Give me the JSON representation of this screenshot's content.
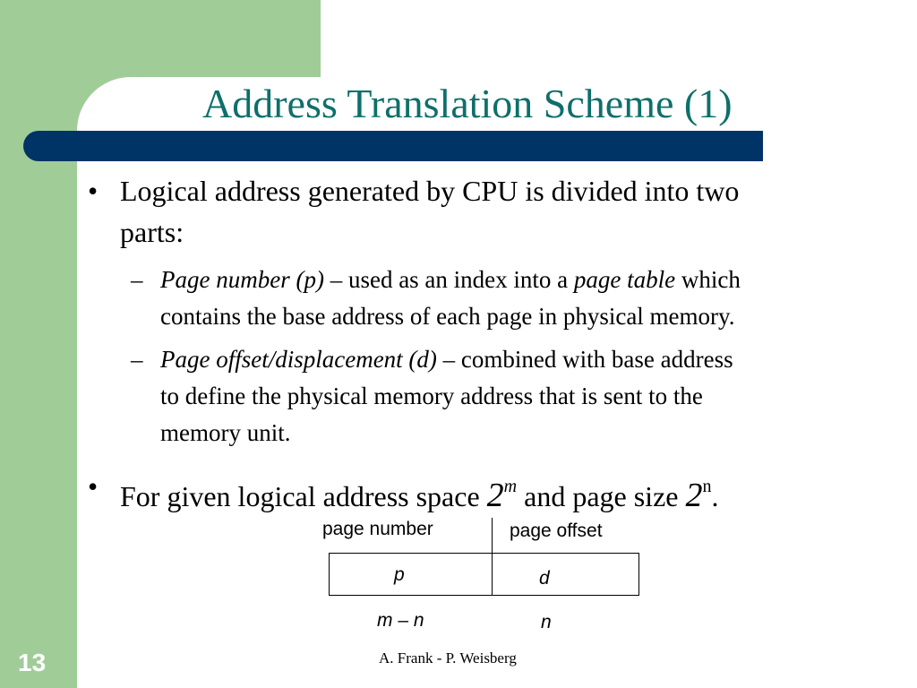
{
  "slide": {
    "title": "Address Translation Scheme (1)",
    "number": "13",
    "footer": "A. Frank - P. Weisberg"
  },
  "bullets": {
    "mark": "•",
    "b1_line1": "Logical address generated by CPU is divided into two",
    "b1_line2": "parts:",
    "sub_mark": "–",
    "s1_term": "Page number (p)",
    "s1_dash": " – ",
    "s1_text1": "used as an index into a ",
    "s1_term2": "page table",
    "s1_text2": " which",
    "s1_line2": "contains the base address of each page in physical memory.",
    "s2_term": "Page offset/displacement (d)",
    "s2_dash": " – ",
    "s2_text1": "combined with base address",
    "s2_line2": "to define the physical memory address that is sent to the",
    "s2_line3": "memory unit.",
    "b2_text1": "For given logical address space ",
    "b2_base1": "2",
    "b2_exp1": "m",
    "b2_text2": " and page size ",
    "b2_base2": "2",
    "b2_exp2": "n",
    "b2_end": "."
  },
  "diagram": {
    "label_left": "page number",
    "label_right": "page offset",
    "cell_left": "p",
    "cell_right": "d",
    "size_left": "m – n",
    "size_right": "n"
  }
}
